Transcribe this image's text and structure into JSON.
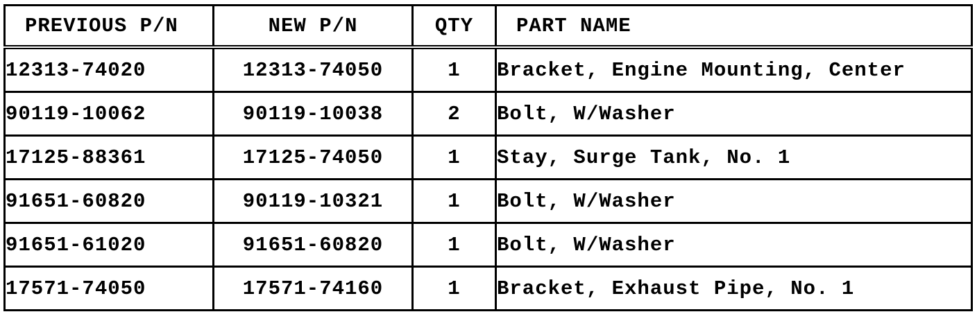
{
  "table": {
    "headers": {
      "previous_pn": "PREVIOUS P/N",
      "new_pn": "NEW P/N",
      "qty": "QTY",
      "part_name": "PART NAME"
    },
    "rows": [
      {
        "previous_pn": "12313-74020",
        "new_pn": "12313-74050",
        "qty": "1",
        "part_name": "Bracket, Engine Mounting, Center"
      },
      {
        "previous_pn": "90119-10062",
        "new_pn": "90119-10038",
        "qty": "2",
        "part_name": "Bolt, W/Washer"
      },
      {
        "previous_pn": "17125-88361",
        "new_pn": "17125-74050",
        "qty": "1",
        "part_name": "Stay, Surge Tank, No. 1"
      },
      {
        "previous_pn": "91651-60820",
        "new_pn": "90119-10321",
        "qty": "1",
        "part_name": "Bolt, W/Washer"
      },
      {
        "previous_pn": "91651-61020",
        "new_pn": "91651-60820",
        "qty": "1",
        "part_name": "Bolt, W/Washer"
      },
      {
        "previous_pn": "17571-74050",
        "new_pn": "17571-74160",
        "qty": "1",
        "part_name": "Bracket, Exhaust Pipe, No. 1"
      }
    ]
  }
}
